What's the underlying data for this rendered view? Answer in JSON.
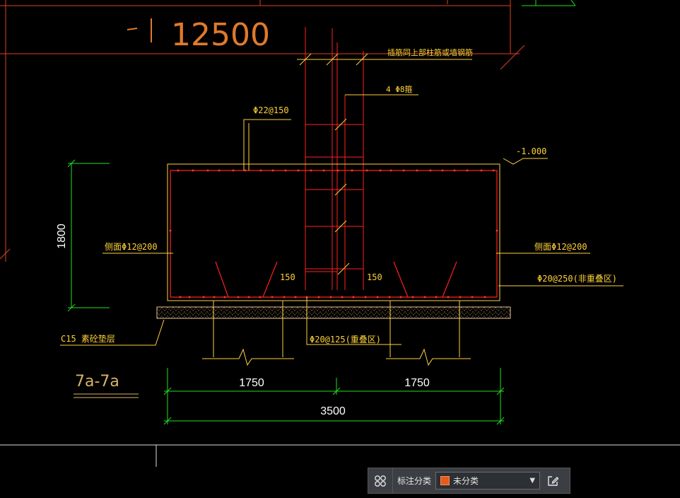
{
  "drawing": {
    "elevation_big": "12500",
    "note_top": "插筋同上部柱筋或墙钢筋",
    "note_stirrup": "4 Φ8箍",
    "note_top_bar": "Φ22@150",
    "elevation_mark": "-1.000",
    "side_bar_left": "侧面Φ12@200",
    "side_bar_right": "侧面Φ12@200",
    "bottom_bar_right": "Φ20@250(非重叠区)",
    "bottom_bar_mid": "Φ20@125(重叠区)",
    "cushion_note": "C15 素砼垫层",
    "hook_left": "150",
    "hook_right": "150",
    "height_dim": "1800",
    "dim_left": "1750",
    "dim_right": "1750",
    "dim_total": "3500",
    "section_title": "7a-7a"
  },
  "colors": {
    "red": "#ff2020",
    "yellow": "#ffd23a",
    "green": "#20e020",
    "orange": "#e07a2c",
    "white": "#ffffff",
    "background": "#000000"
  },
  "annotation_bar": {
    "grid_icon": "grid-icon",
    "label": "标注分类",
    "selected_value": "未分类",
    "swatch_color": "#e85a1b",
    "edit_icon": "edit-icon"
  }
}
